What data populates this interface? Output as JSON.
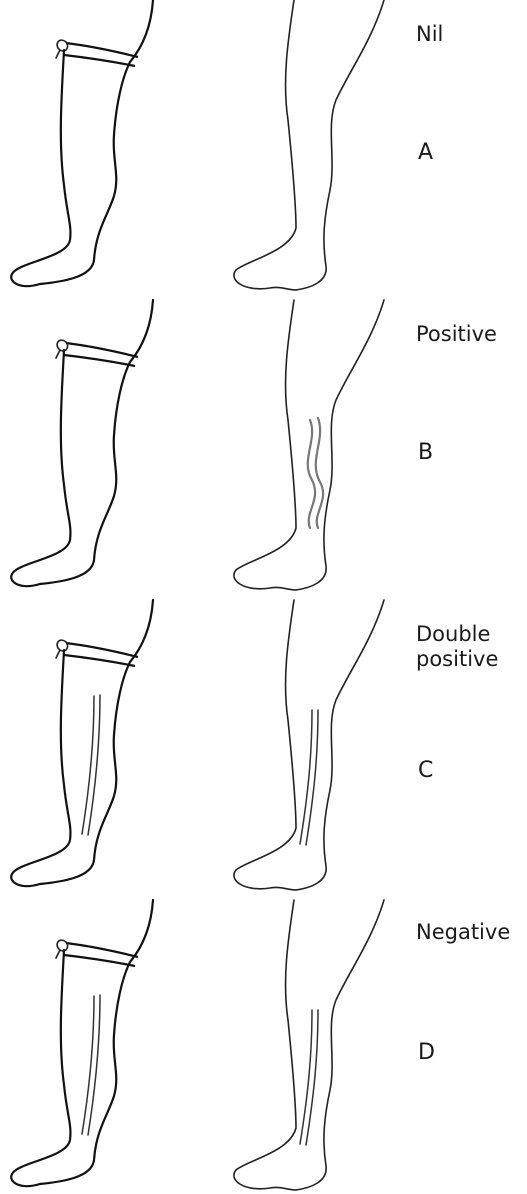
{
  "panels": [
    {
      "result": "Nil",
      "letter": "A"
    },
    {
      "result": "Positive",
      "letter": "B"
    },
    {
      "result": "Double\npositive",
      "letter": "C"
    },
    {
      "result": "Negative",
      "letter": "D"
    }
  ]
}
